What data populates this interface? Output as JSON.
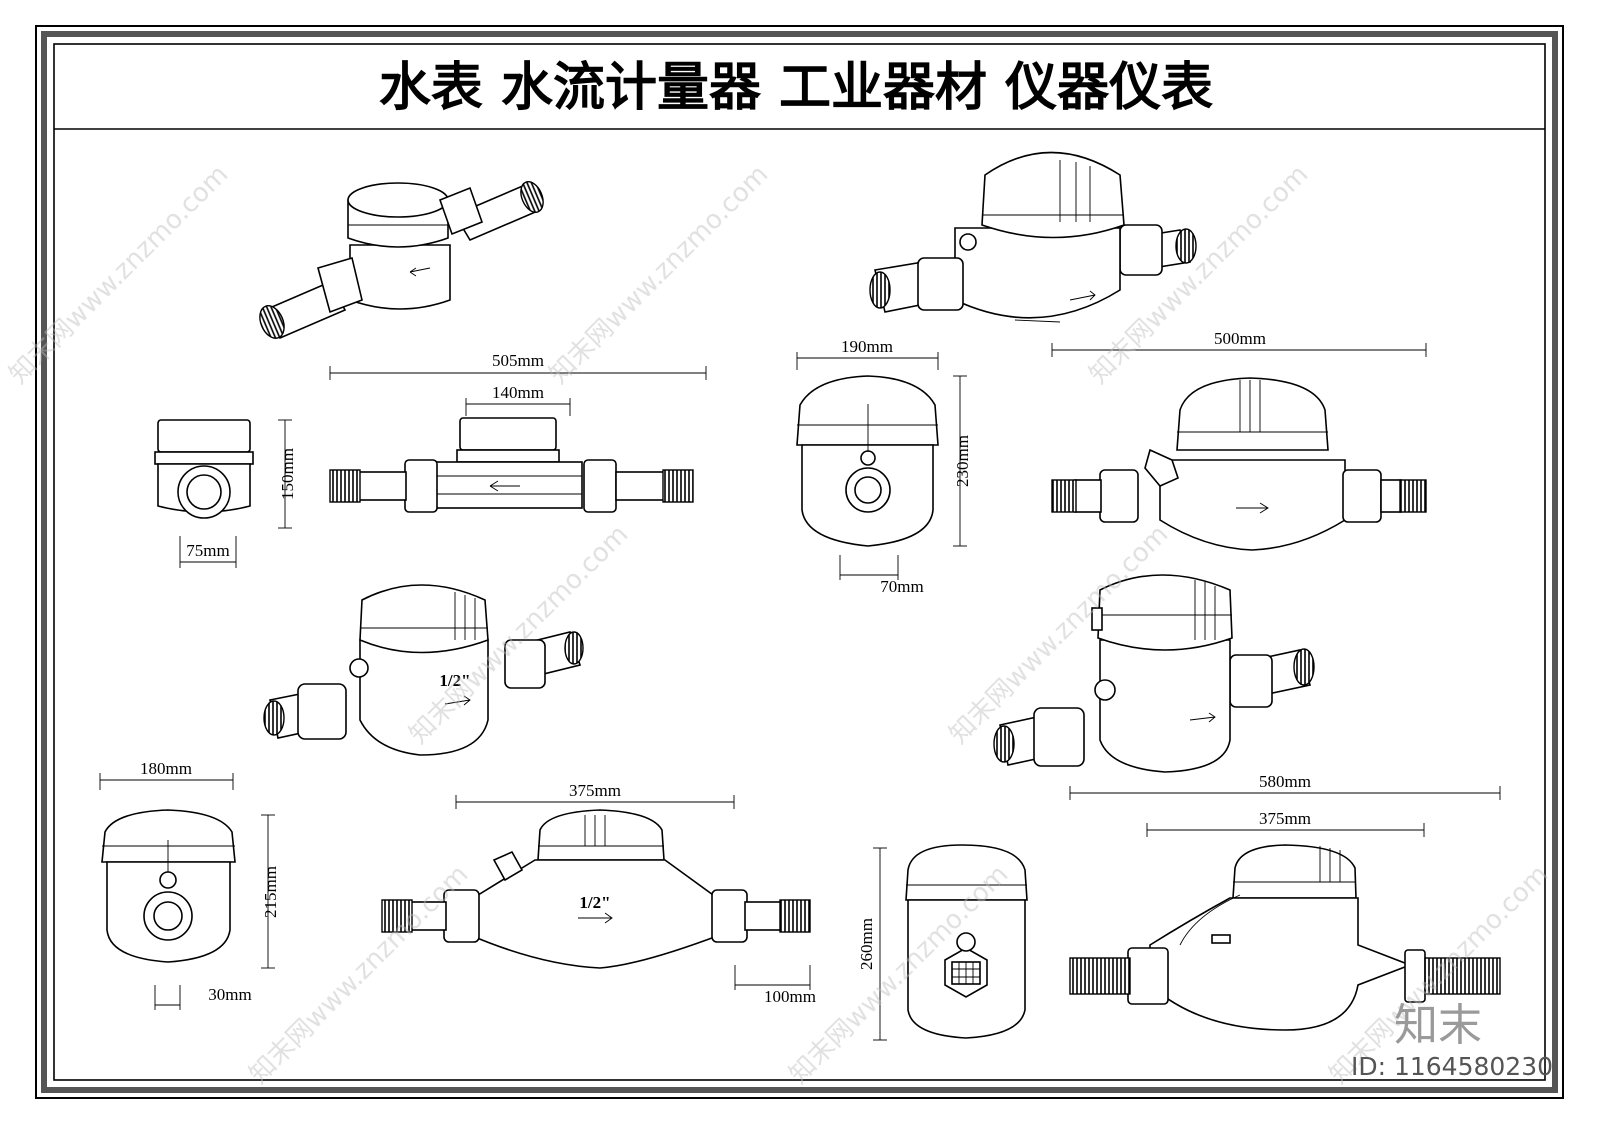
{
  "title": "水表  水流计量器  工业器材  仪器仪表",
  "dimensions": {
    "d505": "505mm",
    "d140": "140mm",
    "d150": "150mm",
    "d75": "75mm",
    "d190": "190mm",
    "d230": "230mm",
    "d70": "70mm",
    "d500": "500mm",
    "d180": "180mm",
    "d215": "215mm",
    "d30": "30mm",
    "d375a": "375mm",
    "d100": "100mm",
    "d260": "260mm",
    "d580": "580mm",
    "d375b": "375mm"
  },
  "labels": {
    "half_inch_a": "1/2\"",
    "half_inch_b": "1/2\""
  },
  "watermark": {
    "text": "知末网www.znzmo.com",
    "brand": "知末",
    "id": "ID: 1164580230"
  }
}
